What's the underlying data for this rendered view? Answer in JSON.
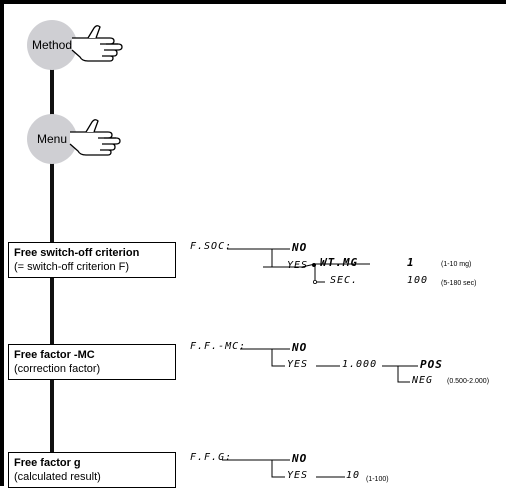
{
  "nav": {
    "method_label": "Method",
    "menu_label": "Menu"
  },
  "params": [
    {
      "title": "Free switch-off criterion",
      "subtitle": "(= switch-off criterion F)",
      "code": "F.SOC:",
      "no": "NO",
      "yes": "YES",
      "options": [
        {
          "name": "WT.MG",
          "value": "1",
          "range": "(1-10 mg)"
        },
        {
          "name": "SEC.",
          "value": "100",
          "range": "(5-180 sec)"
        }
      ]
    },
    {
      "title": "Free factor -MC",
      "subtitle": "(correction factor)",
      "code": "F.F.-MC:",
      "no": "NO",
      "yes": "YES",
      "value": "1.000",
      "pos": "POS",
      "neg": "NEG",
      "range": "(0.500-2.000)"
    },
    {
      "title": "Free factor g",
      "subtitle": "(calculated result)",
      "code": "F.F.G:",
      "no": "NO",
      "yes": "YES",
      "value": "10",
      "range": "(1-100)"
    }
  ]
}
